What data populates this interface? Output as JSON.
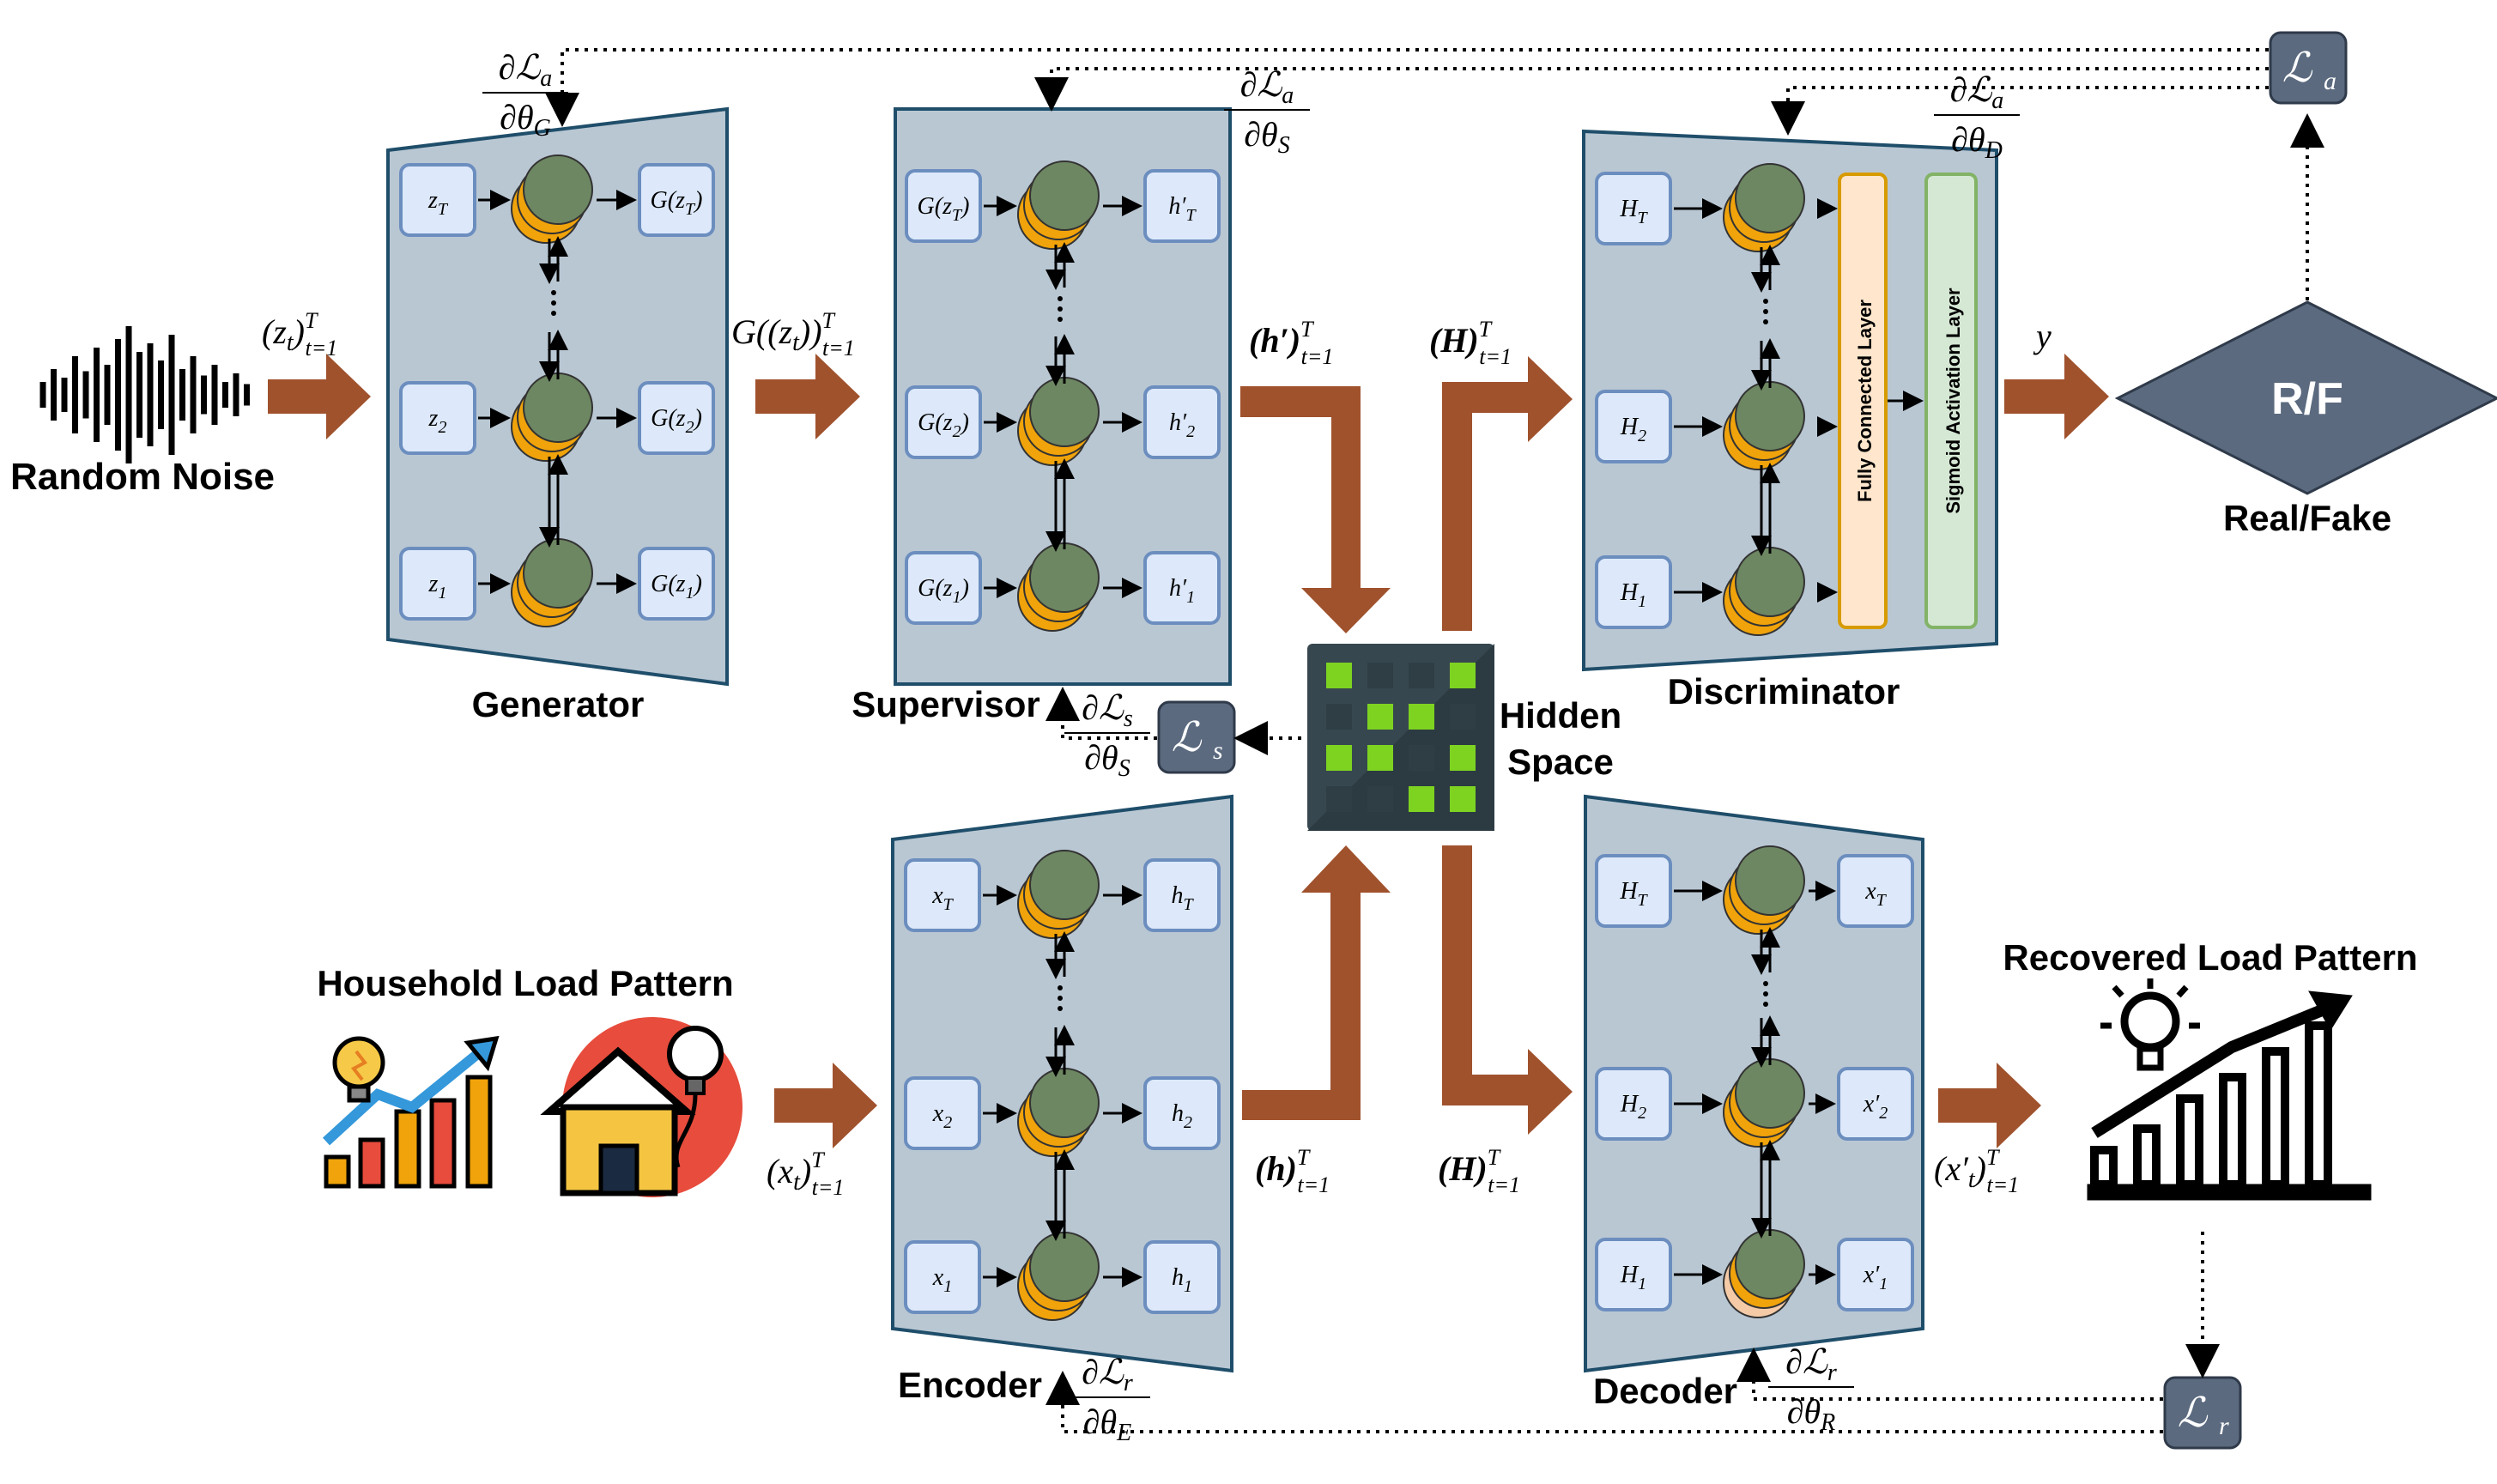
{
  "colors": {
    "block_fill": "#b9c7d3",
    "block_stroke": "#1f4e6a",
    "cell_fill": "#dde9fa",
    "cell_stroke": "#6c8ebf",
    "arrow": "#a0522d",
    "node_green": "#6d8762",
    "node_orange": "#f0a30a",
    "loss_box": "#5b6a7f",
    "fc_fill": "#ffe6cc",
    "fc_stroke": "#d79b00",
    "sig_fill": "#d5e8d4",
    "sig_stroke": "#82b366"
  },
  "labels": {
    "random_noise": "Random Noise",
    "generator": "Generator",
    "supervisor": "Supervisor",
    "discriminator": "Discriminator",
    "encoder": "Encoder",
    "decoder": "Decoder",
    "hidden_space_1": "Hidden",
    "hidden_space_2": "Space",
    "household": "Household Load Pattern",
    "recovered": "Recovered Load Pattern",
    "rf": "R/F",
    "real_fake": "Real/Fake",
    "fully_connected": "Fully Connected Layer",
    "sigmoid": "Sigmoid Activation Layer"
  },
  "math": {
    "z_seq": "(z",
    "z_seq_sub": "t",
    "z_seq_tail": ")",
    "sup_T": "T",
    "sub_t1": "t=1",
    "gz_seq": "G((z",
    "gz_seq_tail": "))",
    "hprime_seq": "(h′)",
    "H_seq": "(H)",
    "h_seq": "(h)",
    "x_seq": "(x",
    "x_seq_tail": ")",
    "xprime_seq": "(x′",
    "xprime_tail": ")",
    "y": "y",
    "grad_La_G_num": "∂ℒ",
    "grad_a": "a",
    "grad_den_G": "∂θ",
    "grad_G": "G",
    "grad_S": "S",
    "grad_D": "D",
    "grad_E": "E",
    "grad_R": "R",
    "grad_s": "s",
    "grad_r": "r",
    "L": "ℒ"
  },
  "generator_cells": {
    "in": [
      "z_T",
      "z_2",
      "z_1"
    ],
    "out": [
      "G(z_T)",
      "G(z_2)",
      "G(z_1)"
    ]
  },
  "supervisor_cells": {
    "in": [
      "G(z_T)",
      "G(z_2)",
      "G(z_1)"
    ],
    "out": [
      "h′_T",
      "h′_2",
      "h′_1"
    ]
  },
  "discriminator_cells": {
    "in": [
      "H_T",
      "H_2",
      "H_1"
    ]
  },
  "encoder_cells": {
    "in": [
      "x_T",
      "x_2",
      "x_1"
    ],
    "out": [
      "h_T",
      "h_2",
      "h_1"
    ]
  },
  "decoder_cells": {
    "in": [
      "H_T",
      "H_2",
      "H_1"
    ],
    "out": [
      "x_T",
      "x′_2",
      "x′_1"
    ]
  }
}
